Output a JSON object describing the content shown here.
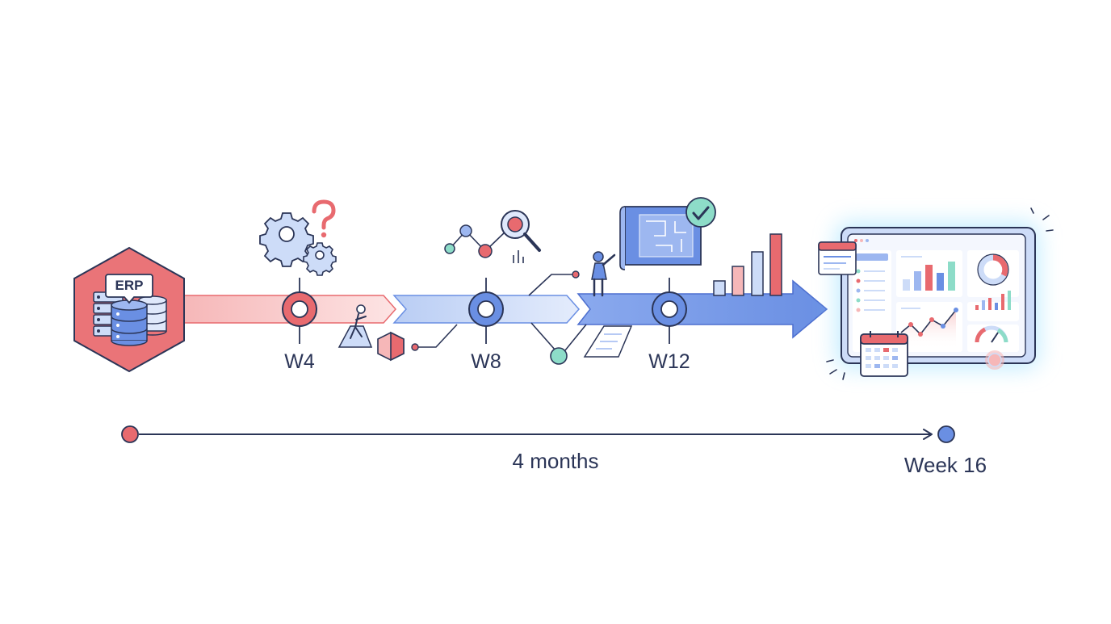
{
  "start": {
    "badge_text": "ERP"
  },
  "milestones": [
    {
      "label": "W4",
      "color": "#e86a6f"
    },
    {
      "label": "W8",
      "color": "#6a8fe3"
    },
    {
      "label": "W12",
      "color": "#6a8fe3"
    }
  ],
  "timeline": {
    "duration_label": "4 months",
    "end_label": "Week 16"
  },
  "colors": {
    "coral": "#e86a6f",
    "blue": "#6a8fe3",
    "navy": "#2b3557",
    "light_blue": "#cddcf8",
    "teal": "#8ddcc8"
  }
}
